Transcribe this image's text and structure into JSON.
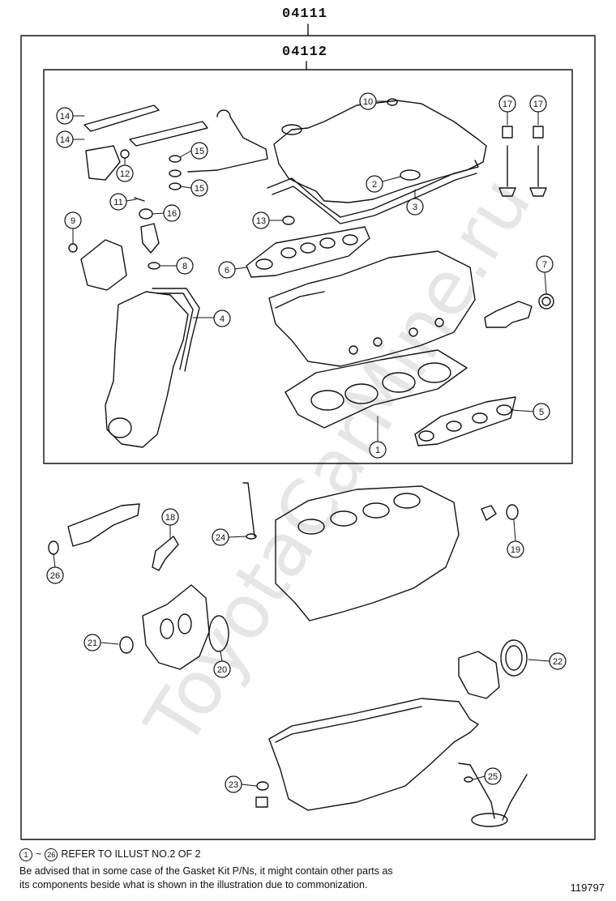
{
  "kits": {
    "outer": "04111",
    "inner": "04112"
  },
  "callouts": [
    "1",
    "2",
    "3",
    "4",
    "5",
    "6",
    "7",
    "8",
    "9",
    "10",
    "11",
    "12",
    "13",
    "14",
    "14",
    "15",
    "15",
    "16",
    "17",
    "17",
    "18",
    "19",
    "20",
    "21",
    "22",
    "23",
    "24",
    "25",
    "26"
  ],
  "notes": {
    "ref_from": "1",
    "ref_tilde": "~",
    "ref_to": "26",
    "ref_text": "REFER TO ILLUST NO.2 OF 2",
    "advice_line1": "Be advised that in some case of the Gasket Kit P/Ns,  it might contain other parts as",
    "advice_line2": "its components beside what is shown in the illustration due to commonization."
  },
  "illustration_no": "119797",
  "watermark": "ToyotaCarMine.ru"
}
